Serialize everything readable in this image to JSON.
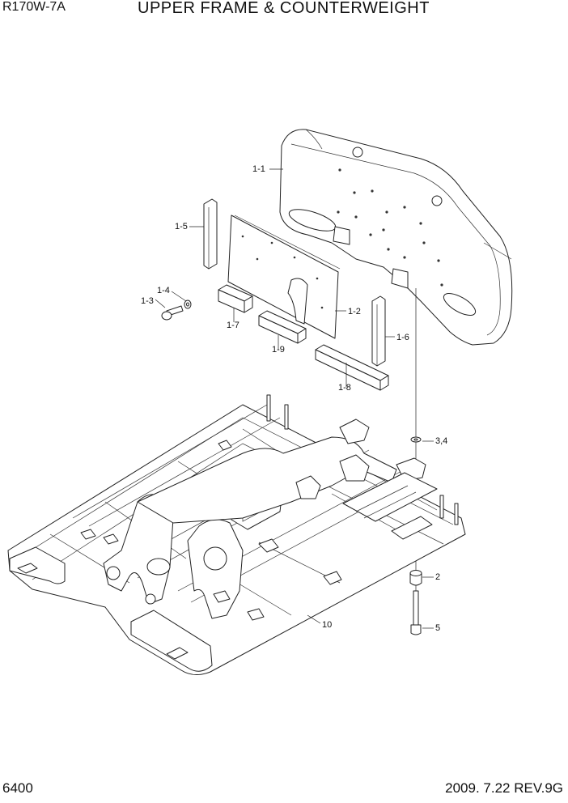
{
  "header": {
    "model": "R170W-7A",
    "title": "UPPER FRAME & COUNTERWEIGHT"
  },
  "footer": {
    "page": "6400",
    "date_rev": "2009. 7.22  REV.9G"
  },
  "callouts": {
    "c1_1": "1-1",
    "c1_2": "1-2",
    "c1_3": "1-3",
    "c1_4": "1-4",
    "c1_5": "1-5",
    "c1_6": "1-6",
    "c1_7": "1-7",
    "c1_8": "1-8",
    "c1_9": "1-9",
    "c2": "2",
    "c34": "3,4",
    "c5": "5",
    "c10": "10"
  }
}
